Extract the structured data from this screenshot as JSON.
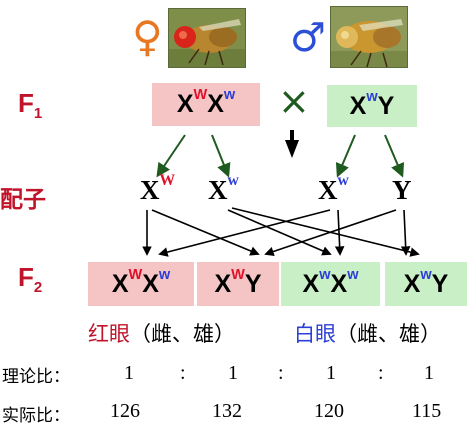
{
  "parents": {
    "female_symbol": "♀",
    "male_symbol": "♂",
    "female_symbol_color": "#e87722",
    "male_symbol_color": "#2b4fd6"
  },
  "f1": {
    "label_main": "F",
    "label_sub": "1",
    "female_genotype": {
      "base1": "X",
      "sup1": "W",
      "base2": "X",
      "sup2": "w"
    },
    "cross_symbol": "×",
    "male_genotype": {
      "base1": "X",
      "sup1": "w",
      "base2": "Y"
    }
  },
  "gametes": {
    "label": "配子",
    "items": [
      {
        "base": "X",
        "sup": "W"
      },
      {
        "base": "X",
        "sup": "w"
      },
      {
        "base": "X",
        "sup": "w"
      },
      {
        "base": "Y",
        "sup": ""
      }
    ]
  },
  "f2": {
    "label_main": "F",
    "label_sub": "2",
    "genotypes": [
      {
        "base1": "X",
        "sup1": "W",
        "base2": "X",
        "sup2": "w"
      },
      {
        "base1": "X",
        "sup1": "W",
        "base2": "Y",
        "sup2": ""
      },
      {
        "base1": "X",
        "sup1": "w",
        "base2": "X",
        "sup2": "w"
      },
      {
        "base1": "X",
        "sup1": "w",
        "base2": "Y",
        "sup2": ""
      }
    ]
  },
  "phenotypes": {
    "red": "红眼",
    "red_suffix": "（雌、雄）",
    "white": "白眼",
    "white_suffix": "（雌、雄）"
  },
  "theory_ratio": {
    "label": "理论比：",
    "values": [
      "1",
      "1",
      "1",
      "1"
    ],
    "separator": ":"
  },
  "actual_ratio": {
    "label": "实际比：",
    "values": [
      "126",
      "132",
      "120",
      "115"
    ]
  },
  "colors": {
    "label_red": "#c0142a",
    "superscript_red": "#e0102a",
    "superscript_blue": "#2b3fd6",
    "arrow_green": "#1f5a1f",
    "pink_box": "#f5c5c5",
    "green_box": "#c8efc6",
    "white_eye_blue": "#2b3fd6"
  }
}
